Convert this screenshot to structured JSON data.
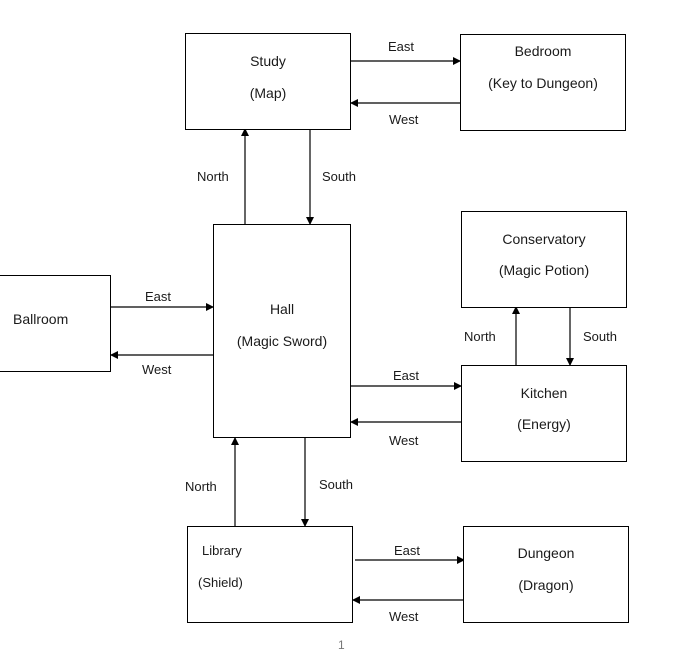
{
  "diagram": {
    "title": "Room navigation map",
    "rooms": [
      {
        "id": "study",
        "name": "Study",
        "item": "(Map)"
      },
      {
        "id": "bedroom",
        "name": "Bedroom",
        "item": "(Key to Dungeon)"
      },
      {
        "id": "ballroom",
        "name": "Ballroom",
        "item": ""
      },
      {
        "id": "hall",
        "name": "Hall",
        "item": "(Magic Sword)"
      },
      {
        "id": "conservatory",
        "name": "Conservatory",
        "item": "(Magic Potion)"
      },
      {
        "id": "kitchen",
        "name": "Kitchen",
        "item": "(Energy)"
      },
      {
        "id": "library",
        "name": "Library",
        "item": "(Shield)"
      },
      {
        "id": "dungeon",
        "name": "Dungeon",
        "item": "(Dragon)"
      }
    ],
    "connections": [
      {
        "from": "study",
        "to": "bedroom",
        "label": "East"
      },
      {
        "from": "bedroom",
        "to": "study",
        "label": "West"
      },
      {
        "from": "hall",
        "to": "study",
        "label": "North"
      },
      {
        "from": "study",
        "to": "hall",
        "label": "South"
      },
      {
        "from": "ballroom",
        "to": "hall",
        "label": "East"
      },
      {
        "from": "hall",
        "to": "ballroom",
        "label": "West"
      },
      {
        "from": "kitchen",
        "to": "conservatory",
        "label": "North"
      },
      {
        "from": "conservatory",
        "to": "kitchen",
        "label": "South"
      },
      {
        "from": "hall",
        "to": "kitchen",
        "label": "East"
      },
      {
        "from": "kitchen",
        "to": "hall",
        "label": "West"
      },
      {
        "from": "library",
        "to": "hall",
        "label": "North"
      },
      {
        "from": "hall",
        "to": "library",
        "label": "South"
      },
      {
        "from": "library",
        "to": "dungeon",
        "label": "East"
      },
      {
        "from": "dungeon",
        "to": "library",
        "label": "West"
      }
    ]
  },
  "page_number": "1"
}
